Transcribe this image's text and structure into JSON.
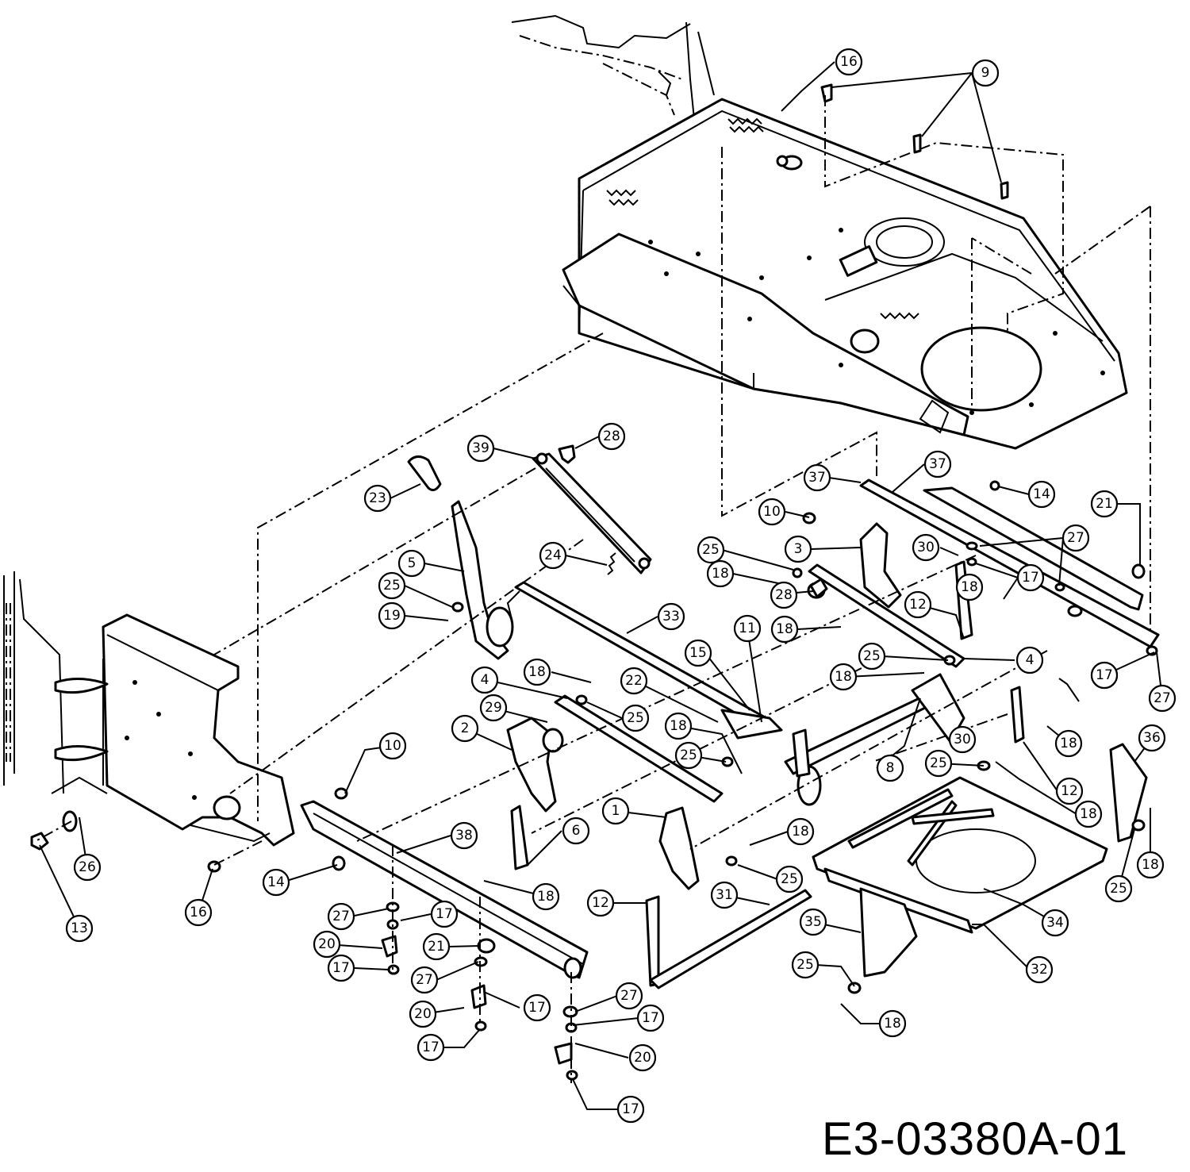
{
  "document_code": "E3-03380A-01",
  "callouts": [
    {
      "id": "c16a",
      "label": "16"
    },
    {
      "id": "c9",
      "label": "9"
    },
    {
      "id": "c39",
      "label": "39"
    },
    {
      "id": "c28a",
      "label": "28"
    },
    {
      "id": "c23",
      "label": "23"
    },
    {
      "id": "c37a",
      "label": "37"
    },
    {
      "id": "c37b",
      "label": "37"
    },
    {
      "id": "c14a",
      "label": "14"
    },
    {
      "id": "c21a",
      "label": "21"
    },
    {
      "id": "c10a",
      "label": "10"
    },
    {
      "id": "c24",
      "label": "24"
    },
    {
      "id": "c25a",
      "label": "25"
    },
    {
      "id": "c3",
      "label": "3"
    },
    {
      "id": "c30a",
      "label": "30"
    },
    {
      "id": "c27a",
      "label": "27"
    },
    {
      "id": "c5",
      "label": "5"
    },
    {
      "id": "c18a",
      "label": "18"
    },
    {
      "id": "c17a",
      "label": "17"
    },
    {
      "id": "c25b",
      "label": "25"
    },
    {
      "id": "c28b",
      "label": "28"
    },
    {
      "id": "c18b",
      "label": "18"
    },
    {
      "id": "c19",
      "label": "19"
    },
    {
      "id": "c33",
      "label": "33"
    },
    {
      "id": "c12a",
      "label": "12"
    },
    {
      "id": "c18c",
      "label": "18"
    },
    {
      "id": "c11",
      "label": "11"
    },
    {
      "id": "c15",
      "label": "15"
    },
    {
      "id": "c25c",
      "label": "25"
    },
    {
      "id": "c4a",
      "label": "4"
    },
    {
      "id": "c18d",
      "label": "18"
    },
    {
      "id": "c17b",
      "label": "17"
    },
    {
      "id": "c27b",
      "label": "27"
    },
    {
      "id": "c18e",
      "label": "18"
    },
    {
      "id": "c4b",
      "label": "4"
    },
    {
      "id": "c18f",
      "label": "18"
    },
    {
      "id": "c22",
      "label": "22"
    },
    {
      "id": "c29",
      "label": "29"
    },
    {
      "id": "c25d",
      "label": "25"
    },
    {
      "id": "c2",
      "label": "2"
    },
    {
      "id": "c18g",
      "label": "18"
    },
    {
      "id": "c30b",
      "label": "30"
    },
    {
      "id": "c18h",
      "label": "18"
    },
    {
      "id": "c36",
      "label": "36"
    },
    {
      "id": "c10b",
      "label": "10"
    },
    {
      "id": "c25e",
      "label": "25"
    },
    {
      "id": "c8",
      "label": "8"
    },
    {
      "id": "c25f",
      "label": "25"
    },
    {
      "id": "c12b",
      "label": "12"
    },
    {
      "id": "c18i",
      "label": "18"
    },
    {
      "id": "c6",
      "label": "6"
    },
    {
      "id": "c1",
      "label": "1"
    },
    {
      "id": "c18j",
      "label": "18"
    },
    {
      "id": "c38",
      "label": "38"
    },
    {
      "id": "c26",
      "label": "26"
    },
    {
      "id": "c16b",
      "label": "16"
    },
    {
      "id": "c14b",
      "label": "14"
    },
    {
      "id": "c25g",
      "label": "25"
    },
    {
      "id": "c18k",
      "label": "18"
    },
    {
      "id": "c18l",
      "label": "18"
    },
    {
      "id": "c25h",
      "label": "25"
    },
    {
      "id": "c13",
      "label": "13"
    },
    {
      "id": "c27c",
      "label": "27"
    },
    {
      "id": "c17c",
      "label": "17"
    },
    {
      "id": "c12c",
      "label": "12"
    },
    {
      "id": "c31",
      "label": "31"
    },
    {
      "id": "c35",
      "label": "35"
    },
    {
      "id": "c34",
      "label": "34"
    },
    {
      "id": "c20a",
      "label": "20"
    },
    {
      "id": "c21b",
      "label": "21"
    },
    {
      "id": "c17d",
      "label": "17"
    },
    {
      "id": "c27d",
      "label": "27"
    },
    {
      "id": "c17e",
      "label": "17"
    },
    {
      "id": "c32",
      "label": "32"
    },
    {
      "id": "c25i",
      "label": "25"
    },
    {
      "id": "c27e",
      "label": "27"
    },
    {
      "id": "c20b",
      "label": "20"
    },
    {
      "id": "c17f",
      "label": "17"
    },
    {
      "id": "c18m",
      "label": "18"
    },
    {
      "id": "c17g",
      "label": "17"
    },
    {
      "id": "c20c",
      "label": "20"
    },
    {
      "id": "c17h",
      "label": "17"
    }
  ]
}
